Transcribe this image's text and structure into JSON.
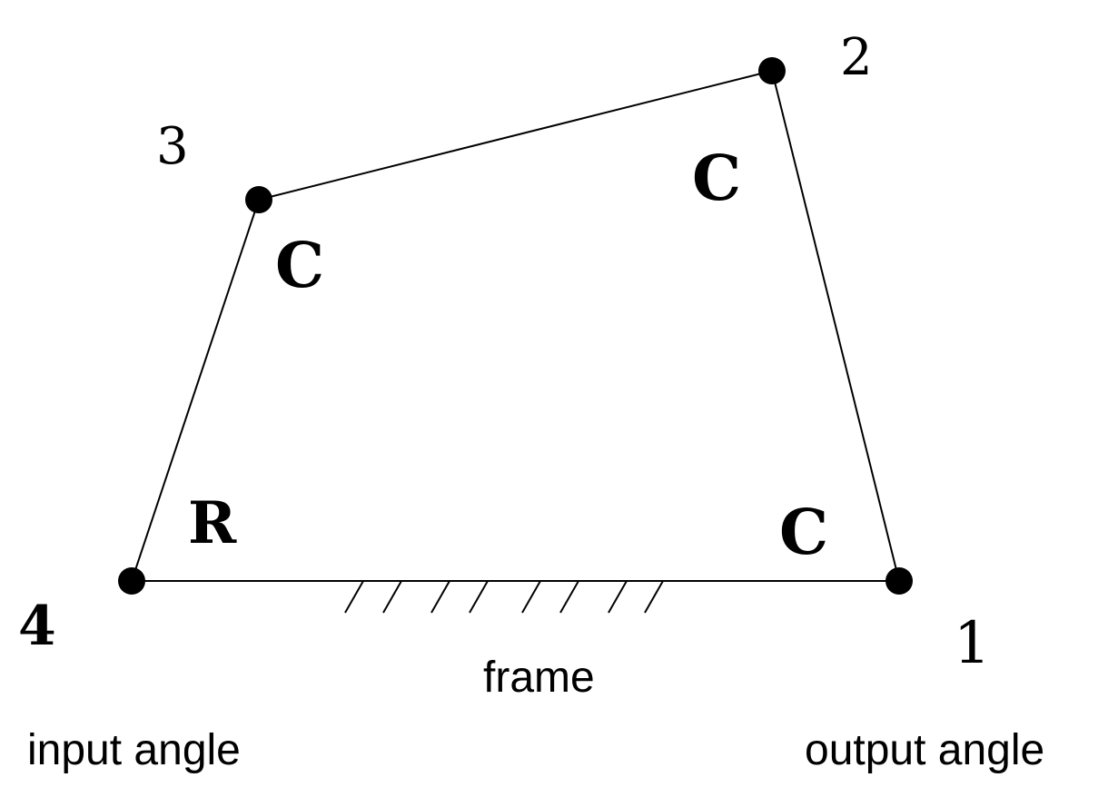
{
  "joints": [
    {
      "number": "1",
      "joint_type": "C"
    },
    {
      "number": "2",
      "joint_type": "C"
    },
    {
      "number": "3",
      "joint_type": "C"
    },
    {
      "number": "4",
      "joint_type": "R"
    }
  ],
  "labels": {
    "frame": "frame",
    "input": "input angle",
    "output": "output angle"
  }
}
